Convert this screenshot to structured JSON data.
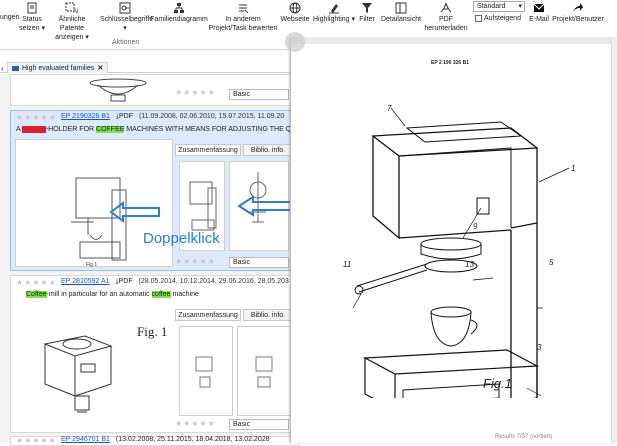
{
  "ribbon": {
    "items": [
      {
        "label": "ungen",
        "icon": "generic-icon"
      },
      {
        "label": "Status setzen ▾",
        "icon": "document-icon"
      },
      {
        "label": "Ähnliche Patente anzeigen ▾",
        "icon": "ai-icon"
      },
      {
        "label": "Schlüsselbegriffe ▾",
        "icon": "key-icon"
      },
      {
        "label": "Familiendiagramm",
        "icon": "diagram-icon"
      },
      {
        "label": "In anderem Projekt/Task bewerten",
        "icon": "list-icon"
      },
      {
        "label": "Webseite",
        "icon": "globe-icon"
      },
      {
        "label": "Highlighting ▾",
        "icon": "highlight-icon"
      },
      {
        "label": "Filter",
        "icon": "filter-icon"
      },
      {
        "label": "Detailansicht",
        "icon": "detail-icon"
      },
      {
        "label": "PDF herunterladen",
        "icon": "pdf-icon"
      },
      {
        "label": "E-Mail",
        "icon": "mail-icon"
      },
      {
        "label": "Projekt/Benutzer",
        "icon": "share-icon"
      }
    ],
    "sort_select": "Standard",
    "ascending_label": "Aufsteigend",
    "group_label": "Aktionen"
  },
  "tab": {
    "label": "High evaluated families"
  },
  "results": [
    {
      "number": "EP 2190326 B1",
      "pdf": "PDF",
      "dates": "(11.09.2008, 02.06.2010, 15.07.2015, 11.09.20",
      "title_before": "A ",
      "title_red": "FILTER",
      "title_mid": "-HOLDER FOR ",
      "title_green": "COFFEE",
      "title_after": " MACHINES WITH MEANS FOR ADJUSTING THE QUALIT",
      "tabs": [
        "Zusammenfassung",
        "Biblio. info."
      ],
      "select": "Basic"
    },
    {
      "number": "EP 2810592 A1",
      "pdf": "PDF",
      "dates": "(28.05.2014, 10.12.2014, 29.06.2016, 28.05.203",
      "title_green1": "Coffee",
      "title_mid": "-mill in particular for an automatic ",
      "title_green2": "coffee",
      "title_after": " machine",
      "fig_label": "Fig. 1",
      "tabs": [
        "Zusammenfassung",
        "Biblio. info."
      ],
      "select": "Basic"
    },
    {
      "number": "EP 2946701 B1",
      "dates": "(13.02.2008, 25.11.2015, 18.04.2018, 13.02.2028"
    }
  ],
  "top_select": "Basic",
  "annotation": {
    "text": "Doppelklick",
    "color": "#2b7fd1"
  },
  "viewer": {
    "doc_number": "EP 2 190 326 B1",
    "fig_label": "Fig.1",
    "ref_numbers": [
      "7",
      "1",
      "9",
      "11",
      "13",
      "5",
      "3"
    ]
  },
  "footer_text": "Results 7/37 (sortiert)"
}
